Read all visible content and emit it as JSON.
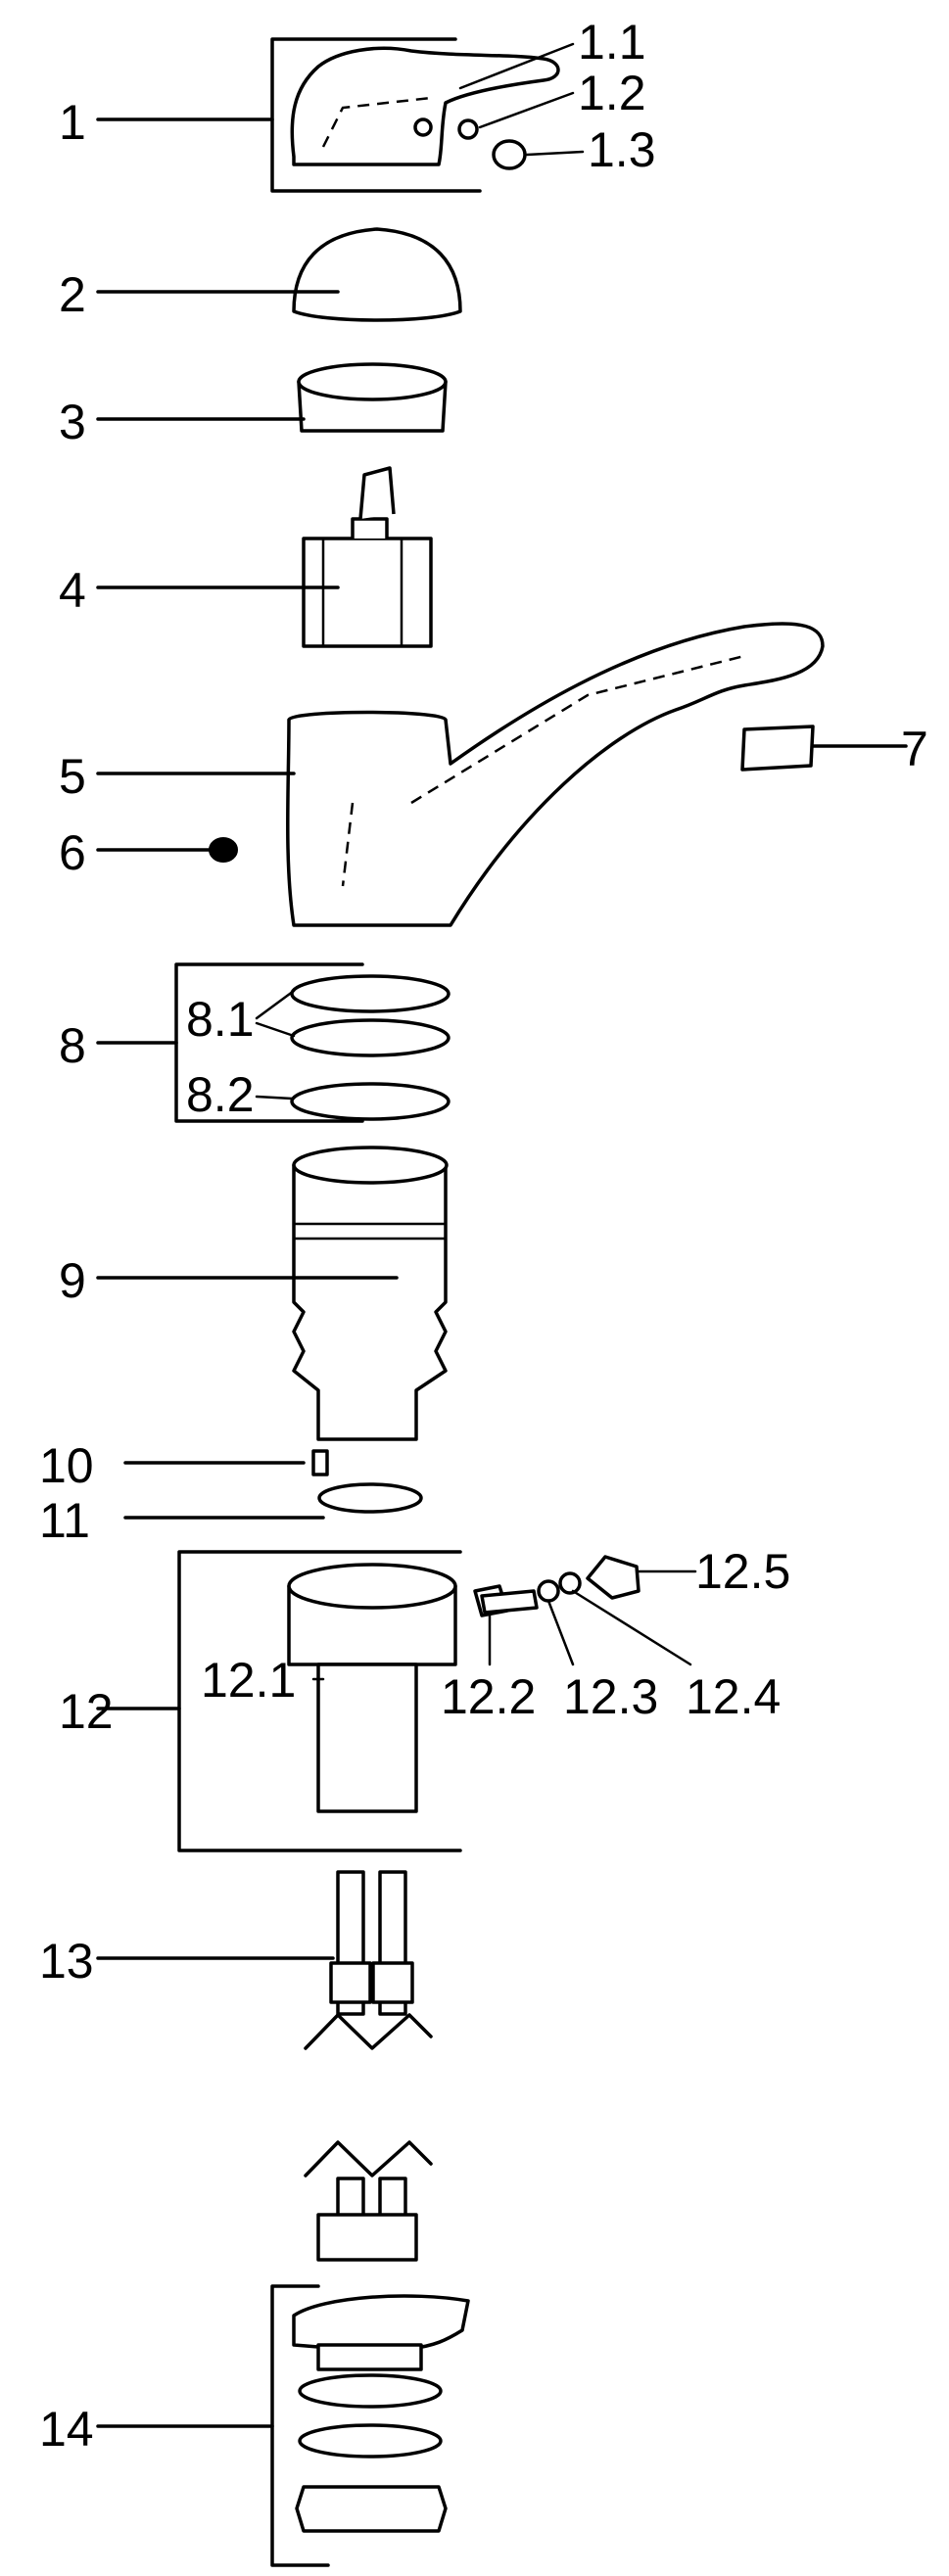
{
  "labels": {
    "p1": "1",
    "p1_1": "1.1",
    "p1_2": "1.2",
    "p1_3": "1.3",
    "p2": "2",
    "p3": "3",
    "p4": "4",
    "p5": "5",
    "p6": "6",
    "p7": "7",
    "p8": "8",
    "p8_1": "8.1",
    "p8_2": "8.2",
    "p9": "9",
    "p10": "10",
    "p11": "11",
    "p12": "12",
    "p12_1": "12.1",
    "p12_2": "12.2",
    "p12_3": "12.3",
    "p12_4": "12.4",
    "p12_5": "12.5",
    "p13": "13",
    "p14": "14"
  },
  "colors": {
    "ink": "#000000",
    "paper": "#ffffff"
  }
}
